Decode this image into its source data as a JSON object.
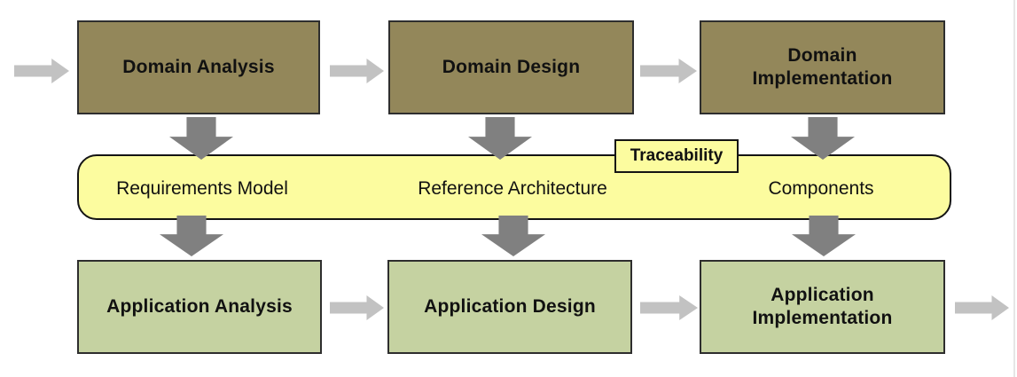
{
  "colors": {
    "domain_box_fill": "#93875A",
    "application_box_fill": "#C5D2A1",
    "band_fill": "#FCFC9F",
    "box_border": "#2E2E2E",
    "band_border": "#141414",
    "flow_arrow": "#C2C2C2",
    "trace_arrow": "#808080",
    "text": "#111111",
    "page_edge": "#E6E6E6"
  },
  "diagram": {
    "top_row": {
      "boxes": [
        {
          "label": "Domain Analysis"
        },
        {
          "label": "Domain Design"
        },
        {
          "label": "Domain Implementation"
        }
      ]
    },
    "middle_band": {
      "artifacts": [
        {
          "label": "Requirements Model"
        },
        {
          "label": "Reference Architecture"
        },
        {
          "label": "Components"
        }
      ],
      "tag": "Traceability"
    },
    "bottom_row": {
      "boxes": [
        {
          "label": "Application Analysis"
        },
        {
          "label": "Application Design"
        },
        {
          "label": "Application Implementation"
        }
      ]
    }
  }
}
